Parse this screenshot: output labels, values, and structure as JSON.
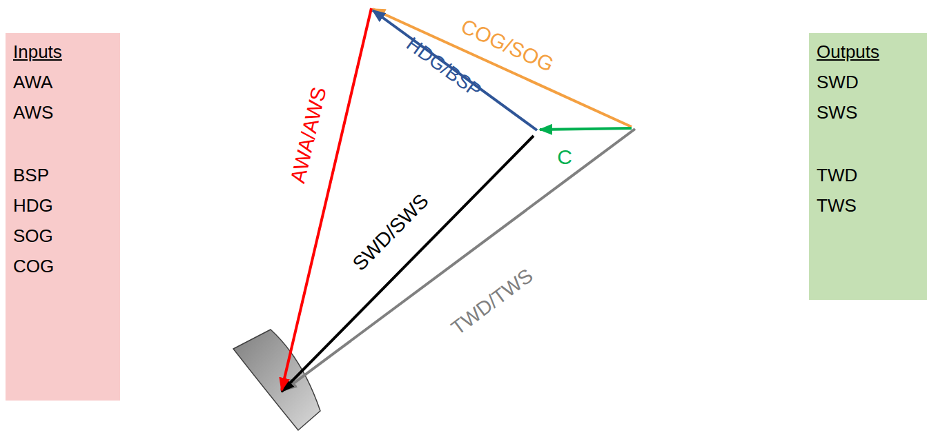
{
  "diagram": {
    "nodes": [
      {
        "text": [
          "Inputs",
          "AWA",
          "AWS",
          "BSP",
          "HDG",
          "SOG",
          "COG"
        ]
      },
      {
        "text": [
          "Outputs",
          "SWD",
          "SWS",
          "TWD",
          "TWS"
        ]
      }
    ],
    "labels": [
      "COG/SOG",
      "HDG/BSP",
      "AWA/AWS",
      "C",
      "SWD/SWS",
      "TWD/TWS"
    ]
  }
}
